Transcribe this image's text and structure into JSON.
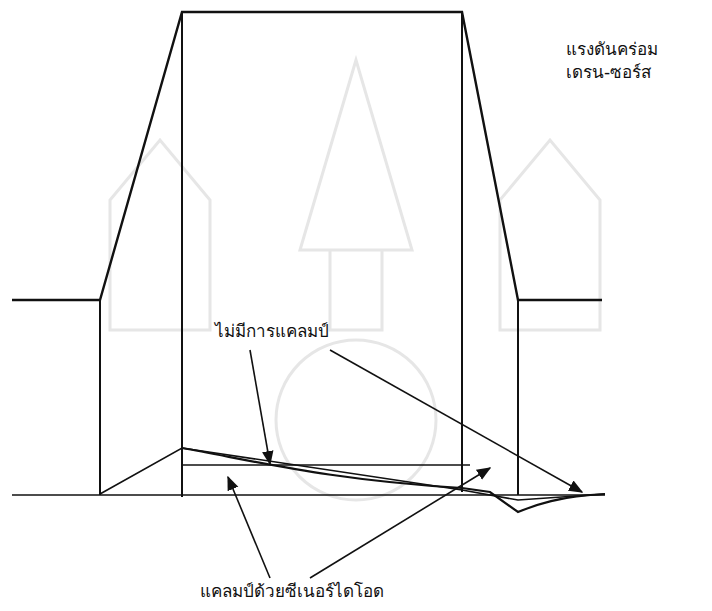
{
  "diagram": {
    "labels": [
      "แรงดันคร่อม เดรน-ซอร์ส",
      "ไม่มีการแคลมป์",
      "แคลมป์ด้วยซีเนอร์ไดโอด"
    ]
  }
}
